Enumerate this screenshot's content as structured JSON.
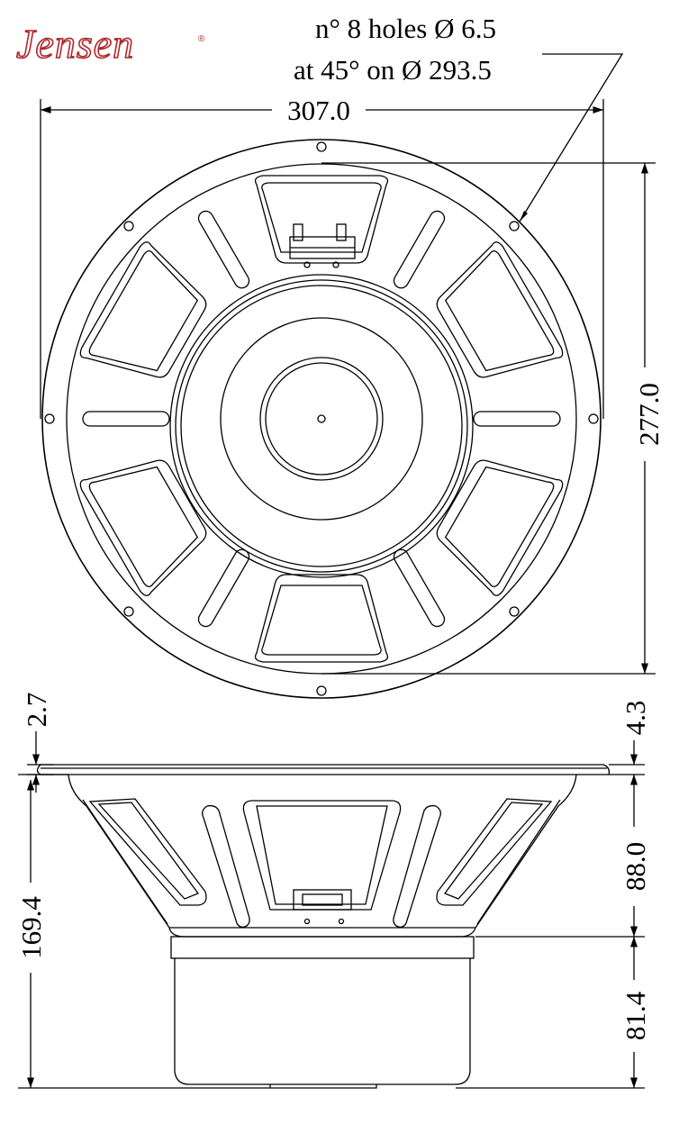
{
  "brand": {
    "name": "Jensen",
    "registered_mark": "®",
    "color": "#b0282c"
  },
  "mounting_note": {
    "line1": "n° 8 holes Ø 6.5",
    "line2": "at 45° on Ø 293.5"
  },
  "dimensions": {
    "overall_diameter": "307.0",
    "frame_height": "277.0",
    "flange_thickness": "2.7",
    "flange_offset": "4.3",
    "total_depth": "169.4",
    "basket_depth": "88.0",
    "magnet_depth": "81.4"
  },
  "line_color": "#000000"
}
